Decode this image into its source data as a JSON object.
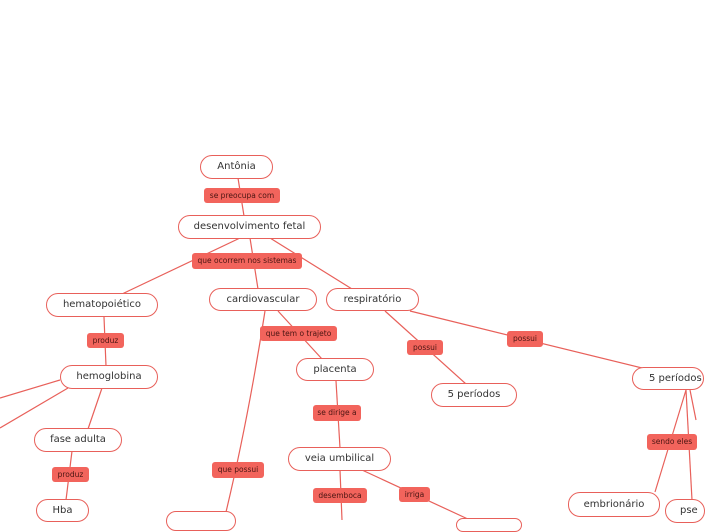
{
  "colors": {
    "accent": "#e8605a",
    "tag_bg": "#f2645c",
    "background": "#ffffff"
  },
  "nodes": {
    "antonia": "Antônia",
    "desenvolvimento_fetal": "desenvolvimento fetal",
    "hematopoietico": "hematopoiético",
    "cardiovascular": "cardiovascular",
    "respiratorio": "respiratório",
    "hemoglobina": "hemoglobina",
    "fase_adulta": "fase adulta",
    "hba": "Hba",
    "placenta": "placenta",
    "veia_umbilical": "veia umbilical",
    "cinco_periodos_a": "5 períodos",
    "cinco_periodos_b": "5 períodos",
    "embrionario": "embrionário",
    "pse": "pse",
    "cut_bottom_left": "",
    "cut_bottom_right": ""
  },
  "tags": {
    "se_preocupa_com": "se preocupa com",
    "que_ocorrem": "que ocorrem nos sistemas",
    "produz_1": "produz",
    "produz_2": "produz",
    "que_tem_o_trajeto": "que tem o trajeto",
    "que_possui": "que possui",
    "se_dirige_a": "se dirige a",
    "desemboca": "desemboca",
    "irriga": "irriga",
    "possui_1": "possui",
    "possui_2": "possui",
    "sendo_eles": "sendo eles"
  }
}
